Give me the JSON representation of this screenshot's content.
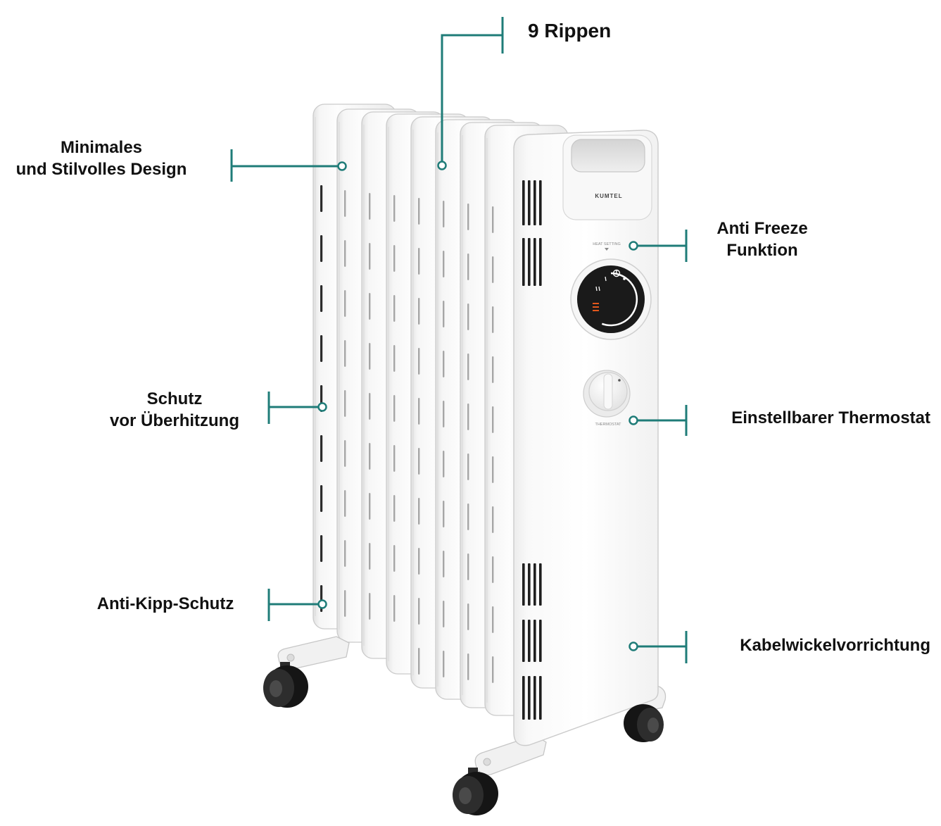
{
  "colors": {
    "callout": "#1f7c78",
    "label_text": "#111111",
    "background": "#ffffff",
    "heat_indicator": "#e2571c"
  },
  "callouts": {
    "fins": {
      "label": "9 Rippen"
    },
    "design": {
      "lines": [
        "Minimales",
        "und Stilvolles Design"
      ]
    },
    "anti_freeze": {
      "lines": [
        "Anti Freeze",
        "Funktion"
      ]
    },
    "overheat": {
      "lines": [
        "Schutz",
        "vor Überhitzung"
      ]
    },
    "thermostat": {
      "label": "Einstellbarer Thermostat"
    },
    "tip_over": {
      "label": "Anti-Kipp-Schutz"
    },
    "cable_wrap": {
      "label": "Kabelwickelvorrichtung"
    }
  },
  "product": {
    "brand": "KUMTEL",
    "dial_caption": "HEAT SETTING",
    "knob_caption": "THERMOSTAT",
    "icons": {
      "dial_off": "power-icon",
      "dial_heat": "heat-bars-icon"
    }
  }
}
